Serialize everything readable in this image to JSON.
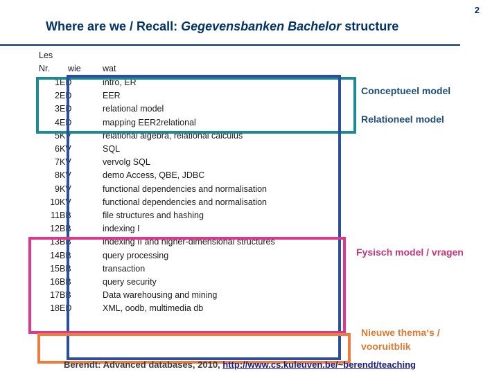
{
  "slide": {
    "page_number": "2",
    "title_prefix": "Where are we / Recall: ",
    "title_italic": "Gegevensbanken Bachelor",
    "title_suffix": " structure"
  },
  "headers": {
    "les": "Les",
    "nr": "Nr.",
    "wie": "wie",
    "wat": "wat"
  },
  "rows": [
    {
      "nr": "1",
      "wie": "ED",
      "wat": "intro, ER"
    },
    {
      "nr": "2",
      "wie": "ED",
      "wat": "EER"
    },
    {
      "nr": "3",
      "wie": "ED",
      "wat": "relational model"
    },
    {
      "nr": "4",
      "wie": "ED",
      "wat": "mapping EER2relational"
    },
    {
      "nr": "5",
      "wie": "KV",
      "wat": "relational algebra, relational calculus"
    },
    {
      "nr": "6",
      "wie": "KV",
      "wat": "SQL"
    },
    {
      "nr": "7",
      "wie": "KV",
      "wat": "vervolg SQL"
    },
    {
      "nr": "8",
      "wie": "KV",
      "wat": "demo Access, QBE, JDBC"
    },
    {
      "nr": "9",
      "wie": "KV",
      "wat": "functional dependencies and normalisation"
    },
    {
      "nr": "10",
      "wie": "KV",
      "wat": "functional dependencies and normalisation"
    },
    {
      "nr": "11",
      "wie": "BB",
      "wat": "file structures and hashing"
    },
    {
      "nr": "12",
      "wie": "BB",
      "wat": "indexing I"
    },
    {
      "nr": "13",
      "wie": "BB",
      "wat": "indexing II and higher-dimensional structures"
    },
    {
      "nr": "14",
      "wie": "BB",
      "wat": "query processing"
    },
    {
      "nr": "15",
      "wie": "BB",
      "wat": "transaction"
    },
    {
      "nr": "16",
      "wie": "BB",
      "wat": "query security"
    },
    {
      "nr": "17",
      "wie": "BB",
      "wat": "Data warehousing and mining"
    },
    {
      "nr": "18",
      "wie": "ED",
      "wat": "XML, oodb, multimedia db"
    }
  ],
  "labels": {
    "conceptual": "Conceptueel model",
    "relational": "Relationeel model",
    "physical": "Fysisch model / vragen",
    "new_line1": "Nieuwe thema‘s /",
    "new_line2": "vooruitblik"
  },
  "footer": {
    "text": "Berendt: Advanced databases, 2010, ",
    "link": "http://www.cs.kuleuven.be/~berendt/teaching"
  },
  "colors": {
    "title": "#003366",
    "teal_box": "#1b8a95",
    "blue_box": "#2a4f9c",
    "pink_box": "#e0378a",
    "orange_box": "#ec7d3a"
  }
}
